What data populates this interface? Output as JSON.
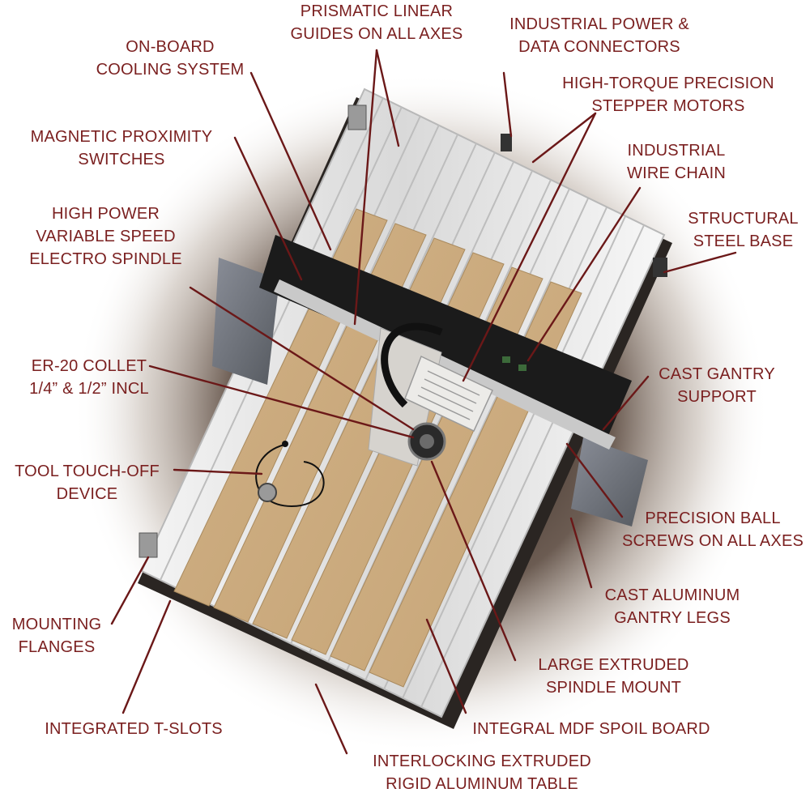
{
  "diagram": {
    "label_color": "#7a1f1f",
    "labels": {
      "prismatic_guides": [
        "PRISMATIC LINEAR",
        "GUIDES ON ALL AXES"
      ],
      "industrial_power": [
        "INDUSTRIAL POWER &",
        "DATA CONNECTORS"
      ],
      "cooling_system": [
        "ON-BOARD",
        "COOLING SYSTEM"
      ],
      "stepper_motors": [
        "HIGH-TORQUE PRECISION",
        "STEPPER MOTORS"
      ],
      "proximity_switches": [
        "MAGNETIC PROXIMITY",
        "SWITCHES"
      ],
      "wire_chain": [
        "INDUSTRIAL",
        "WIRE CHAIN"
      ],
      "electro_spindle": [
        "HIGH POWER",
        "VARIABLE SPEED",
        "ELECTRO SPINDLE"
      ],
      "steel_base": [
        "STRUCTURAL",
        "STEEL BASE"
      ],
      "collet": [
        "ER-20 COLLET",
        "1/4” & 1/2” INCL"
      ],
      "gantry_support": [
        "CAST GANTRY",
        "SUPPORT"
      ],
      "touch_off": [
        "TOOL TOUCH-OFF",
        "DEVICE"
      ],
      "ball_screws": [
        "PRECISION BALL",
        "SCREWS ON ALL AXES"
      ],
      "gantry_legs": [
        "CAST ALUMINUM",
        "GANTRY LEGS"
      ],
      "mounting_flanges": [
        "MOUNTING",
        "FLANGES"
      ],
      "spindle_mount": [
        "LARGE EXTRUDED",
        "SPINDLE MOUNT"
      ],
      "t_slots": [
        "INTEGRATED T-SLOTS"
      ],
      "spoil_board": [
        "INTEGRAL MDF SPOIL BOARD"
      ],
      "aluminum_table": [
        "INTERLOCKING EXTRUDED",
        "RIGID ALUMINUM TABLE"
      ]
    }
  }
}
